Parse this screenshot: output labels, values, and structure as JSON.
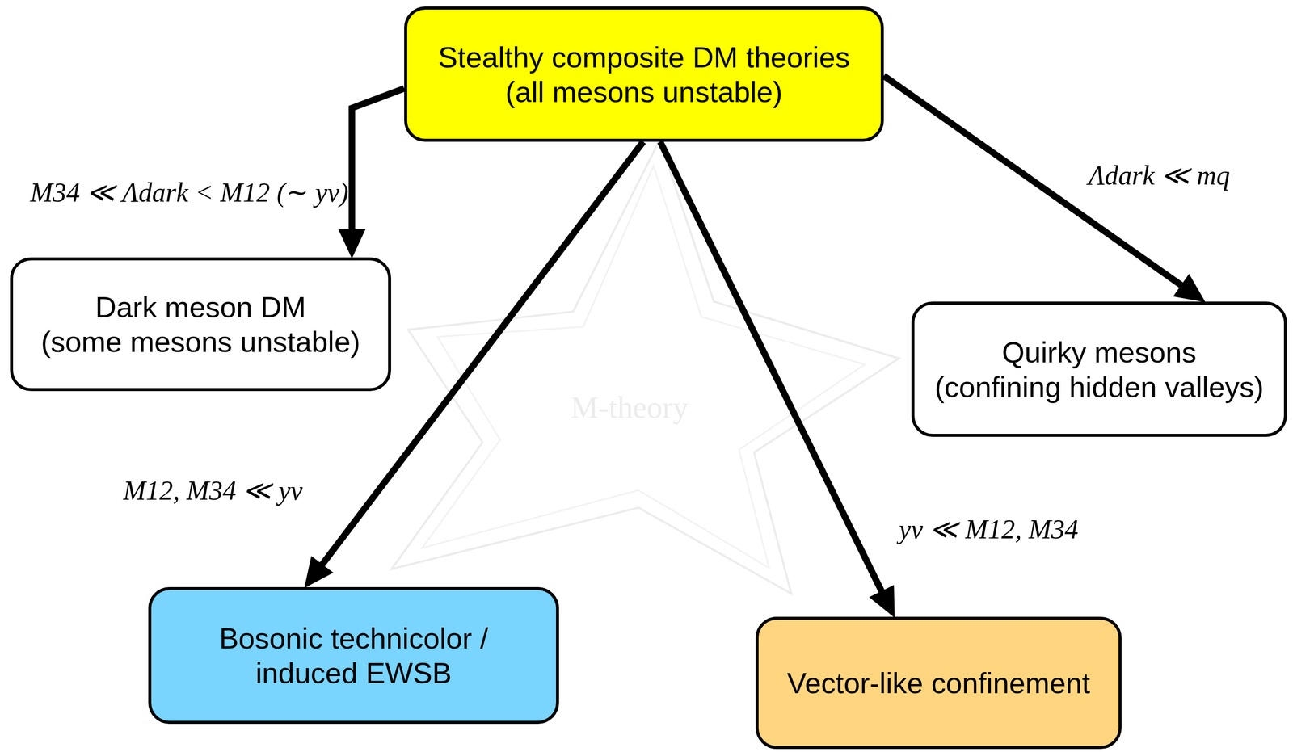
{
  "diagram": {
    "nodes": [
      {
        "text": [
          "Stealthy composite DM theories",
          "(all mesons unstable)"
        ]
      },
      {
        "text": [
          "Dark meson DM",
          "(some mesons unstable)"
        ]
      },
      {
        "text": [
          "Quirky mesons",
          "(confining hidden valleys)"
        ]
      },
      {
        "text": [
          "Bosonic technicolor / induced EWSB"
        ]
      },
      {
        "text": [
          "Vector-like confinement"
        ]
      }
    ],
    "edges": [
      {
        "from": 0,
        "to": 1,
        "arrow": "to",
        "label": "M34 ≪ Λdark < M12 (∼ yv)"
      },
      {
        "from": 0,
        "to": 2,
        "arrow": "to",
        "label": "Λdark ≪ mq"
      },
      {
        "from": 0,
        "to": 3,
        "arrow": "to",
        "label": "M12, M34 ≪ yv"
      },
      {
        "from": 0,
        "to": 4,
        "arrow": "to",
        "label": "yv ≪ M12, M34"
      }
    ],
    "labels": [
      "M-theory"
    ]
  }
}
